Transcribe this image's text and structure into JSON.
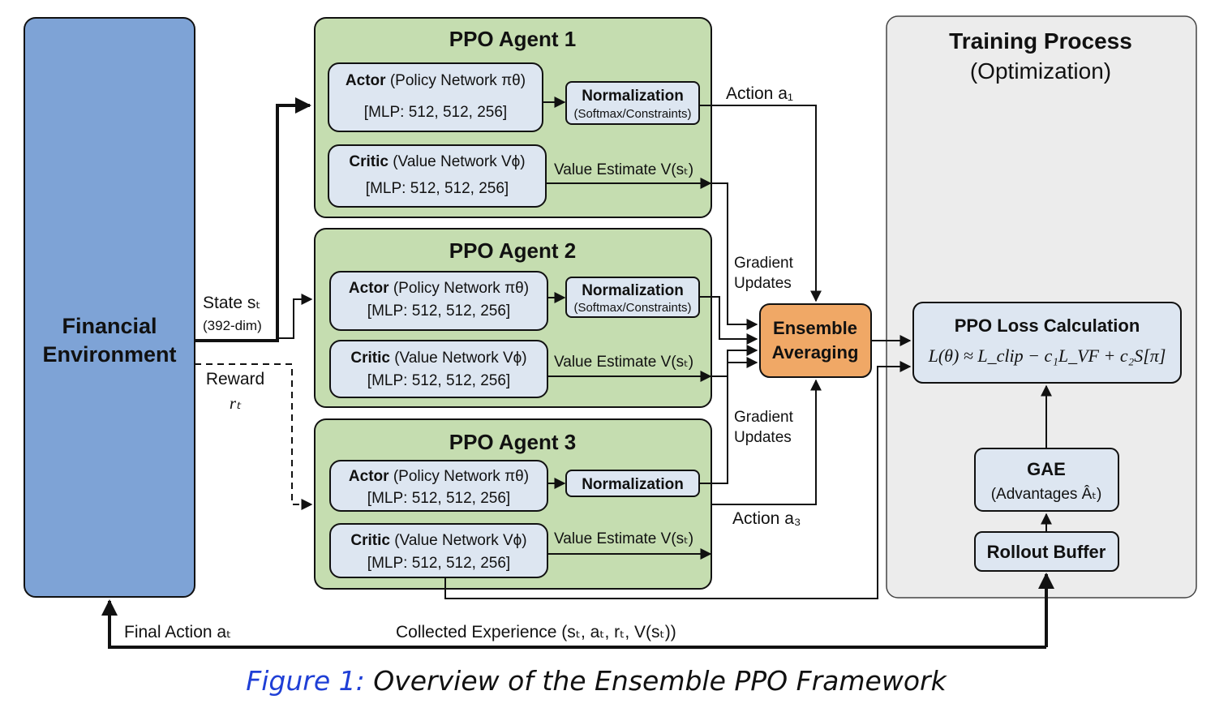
{
  "colors": {
    "environment": "#7ea3d6",
    "agent": "#c5ddb0",
    "module": "#dde6f1",
    "ensemble": "#f0a866",
    "training": "#ececec",
    "caption_number": "#1f3fd6"
  },
  "environment": {
    "line1": "Financial",
    "line2": "Environment"
  },
  "inputs": {
    "state_label": "State sₜ",
    "state_dim": "(392-dim)",
    "reward_label": "Reward",
    "reward_symbol": "rₜ"
  },
  "agents": [
    {
      "title": "PPO Agent 1",
      "actor_bold": "Actor",
      "actor_rest": " (Policy Network πθ)",
      "actor_mlp": "[MLP: 512, 512, 256]",
      "norm_title": "Normalization",
      "norm_sub": "(Softmax/Constraints)",
      "critic_bold": "Critic",
      "critic_rest": " (Value Network Vϕ)",
      "critic_mlp": "[MLP: 512, 512, 256]",
      "value_label": "Value Estimate V(sₜ)"
    },
    {
      "title": "PPO Agent 2",
      "actor_bold": "Actor",
      "actor_rest": " (Policy Network πθ)",
      "actor_mlp": "[MLP: 512, 512, 256]",
      "norm_title": "Normalization",
      "norm_sub": "(Softmax/Constraints)",
      "critic_bold": "Critic",
      "critic_rest": " (Value Network Vϕ)",
      "critic_mlp": "[MLP: 512, 512, 256]",
      "value_label": "Value Estimate V(sₜ)"
    },
    {
      "title": "PPO Agent 3",
      "actor_bold": "Actor",
      "actor_rest": " (Policy Network πθ)",
      "actor_mlp": "[MLP: 512, 512, 256]",
      "norm_title": "Normalization",
      "norm_sub": "",
      "critic_bold": "Critic",
      "critic_rest": " (Value Network Vϕ)",
      "critic_mlp": "[MLP: 512, 512, 256]",
      "value_label": "Value Estimate V(sₜ)"
    }
  ],
  "flow_labels": {
    "action_1": "Action a₁",
    "action_3": "Action a₃",
    "gradient_top_1": "Gradient",
    "gradient_top_2": "Updates",
    "gradient_bottom_1": "Gradient",
    "gradient_bottom_2": "Updates",
    "final_action": "Final Action aₜ",
    "collected_experience": "Collected Experience (sₜ, aₜ, rₜ, V(sₜ))"
  },
  "ensemble": {
    "line1": "Ensemble",
    "line2": "Averaging"
  },
  "training": {
    "title": "Training Process",
    "subtitle": "(Optimization)",
    "loss_title": "PPO Loss Calculation",
    "loss_formula": "L(θ) ≈ L_clip − c₁L_VF + c₂S[π]",
    "gae_title": "GAE",
    "gae_sub": "(Advantages Âₜ)",
    "rollout": "Rollout Buffer"
  },
  "caption": {
    "number": "Figure 1:",
    "text": " Overview of the Ensemble PPO Framework"
  }
}
